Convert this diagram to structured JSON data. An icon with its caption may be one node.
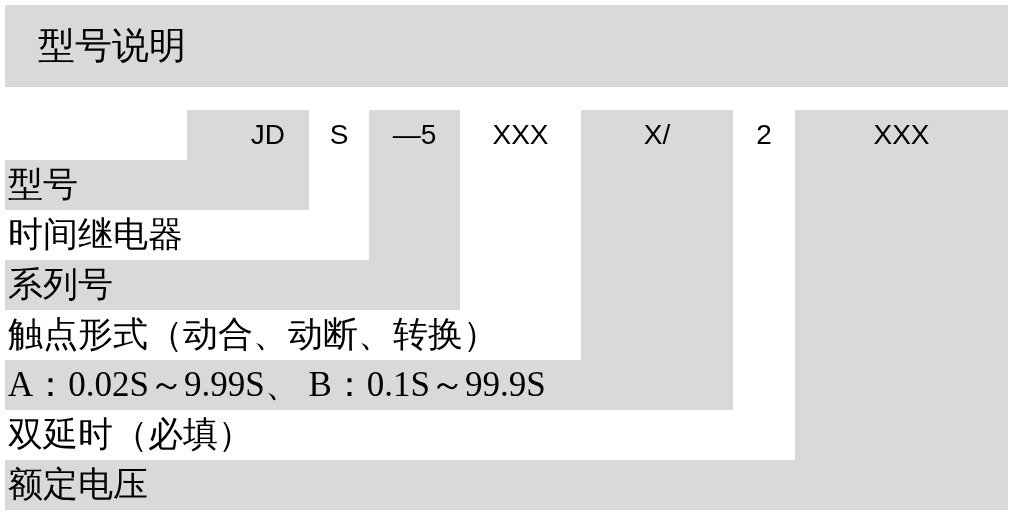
{
  "diagram": {
    "title": "型号说明",
    "nodes": [
      {
        "text": [
          "JD",
          "型号"
        ]
      },
      {
        "text": [
          "S",
          "时间继电器"
        ]
      },
      {
        "text": [
          "—5",
          "系列号"
        ]
      },
      {
        "text": [
          "XXX",
          "触点形式（动合、动断、转换）"
        ]
      },
      {
        "text": [
          "X/",
          "A：0.02S～9.99S、 B：0.1S～99.9S"
        ]
      },
      {
        "text": [
          "2",
          "双延时（必填）"
        ]
      },
      {
        "text": [
          "XXX",
          "额定电压"
        ]
      }
    ]
  }
}
